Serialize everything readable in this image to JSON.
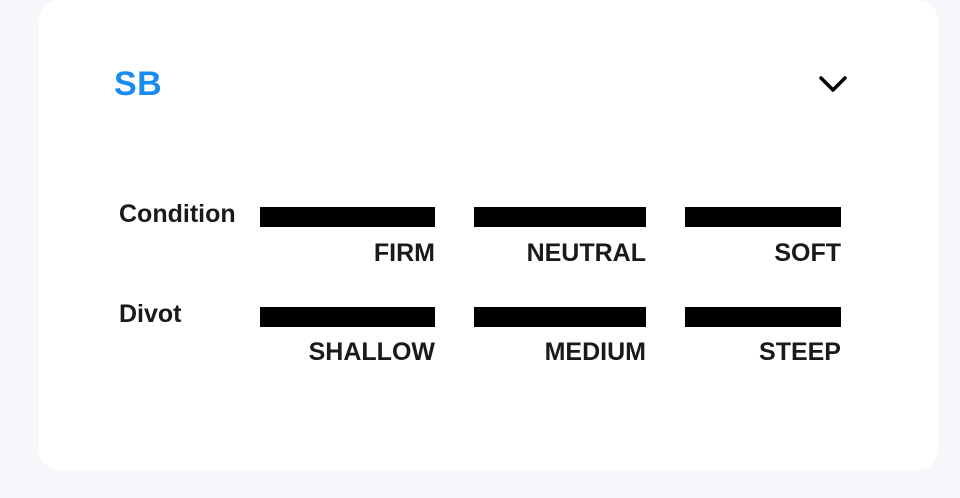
{
  "accent_color": "#1a8cf0",
  "header": {
    "title": "SB",
    "toggle_icon": "chevron-down-icon"
  },
  "condition": {
    "label": "Condition",
    "options": [
      "FIRM",
      "NEUTRAL",
      "SOFT"
    ]
  },
  "divot": {
    "label": "Divot",
    "options": [
      "SHALLOW",
      "MEDIUM",
      "STEEP"
    ]
  }
}
